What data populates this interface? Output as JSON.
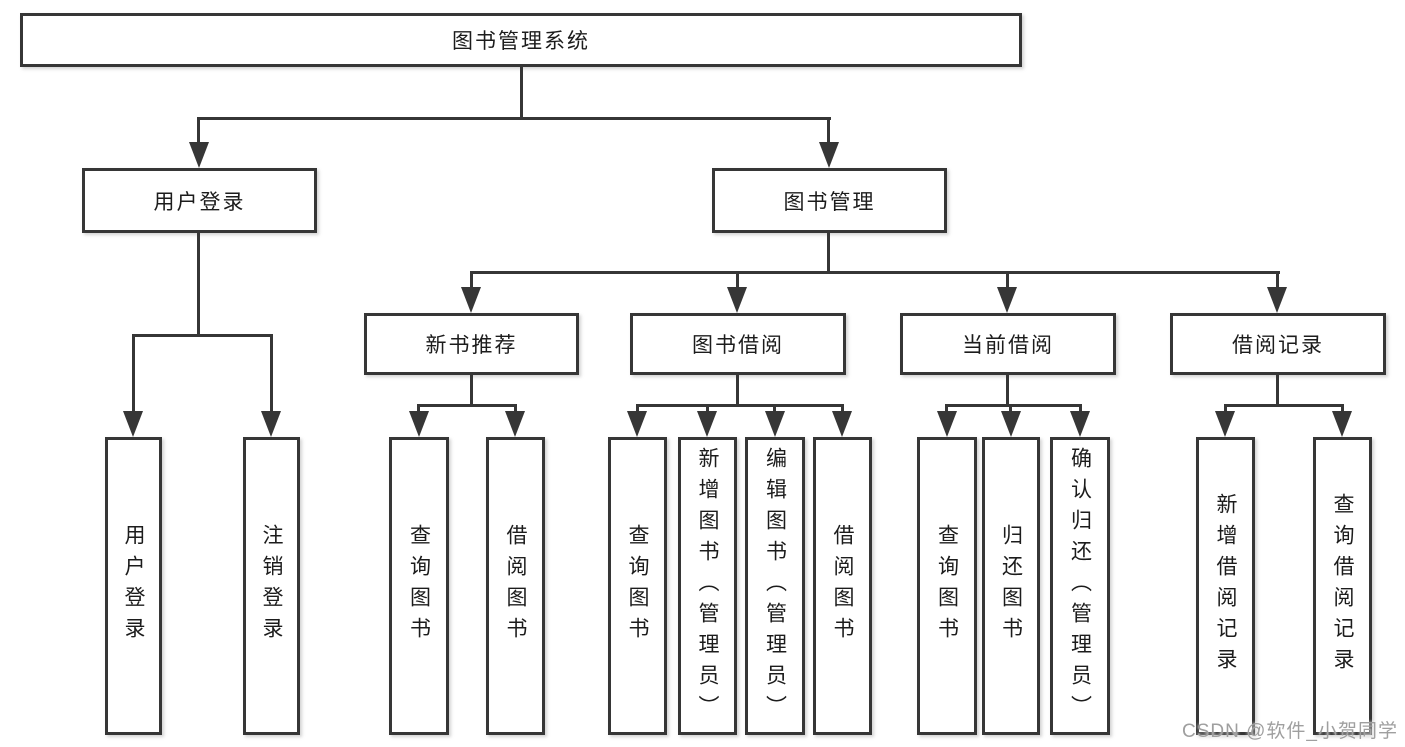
{
  "colors": {
    "line": "#363636",
    "text": "#1c1c1c",
    "watermark": "#9f9f9f",
    "background": "#ffffff"
  },
  "watermark": "CSDN @软件_小贺同学",
  "tree": {
    "root": "图书管理系统",
    "branches": [
      {
        "label": "用户登录",
        "children": [
          "用户登录",
          "注销登录"
        ]
      },
      {
        "label": "图书管理",
        "sections": [
          {
            "label": "新书推荐",
            "children": [
              "查询图书",
              "借阅图书"
            ]
          },
          {
            "label": "图书借阅",
            "children": [
              "查询图书",
              "新增图书（管理员）",
              "编辑图书（管理员）",
              "借阅图书"
            ]
          },
          {
            "label": "当前借阅",
            "children": [
              "查询图书",
              "归还图书",
              "确认归还（管理员）"
            ]
          },
          {
            "label": "借阅记录",
            "children": [
              "新增借阅记录",
              "查询借阅记录"
            ]
          }
        ]
      }
    ]
  }
}
